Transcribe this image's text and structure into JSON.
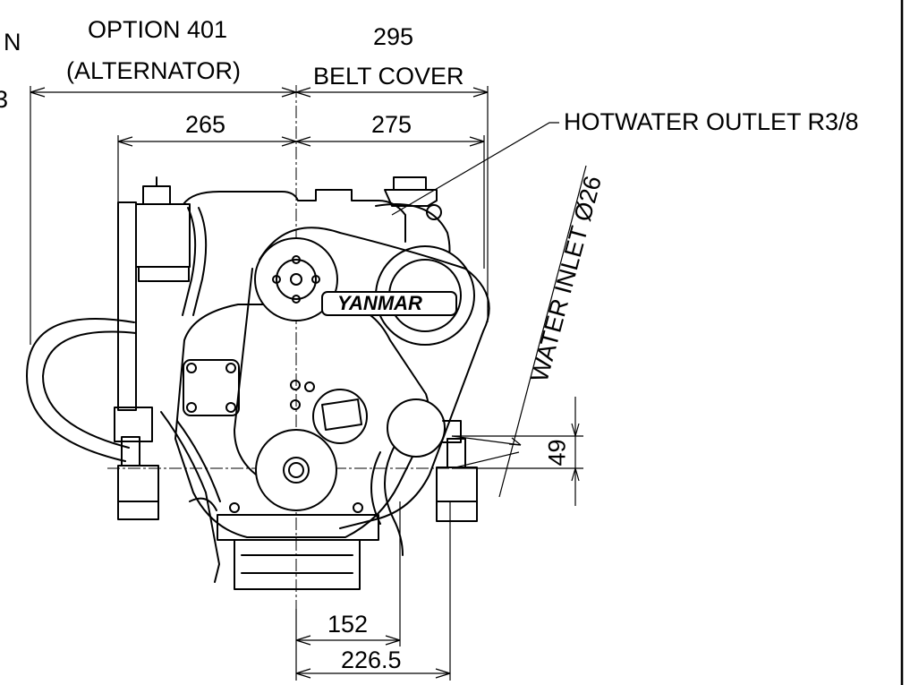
{
  "labels": {
    "cut_left_1": "N",
    "cut_left_2": "3",
    "option": "OPTION 401",
    "option_sub": "(ALTERNATOR)",
    "belt_value": "295",
    "belt_label": "BELT COVER",
    "hotwater": "HOTWATER OUTLET R3/8",
    "water_inlet": "WATER INLET Ø26",
    "brand": "YANMAR"
  },
  "dimensions": {
    "d265": "265",
    "d275": "275",
    "d49": "49",
    "d152": "152",
    "d226": "226.5"
  }
}
